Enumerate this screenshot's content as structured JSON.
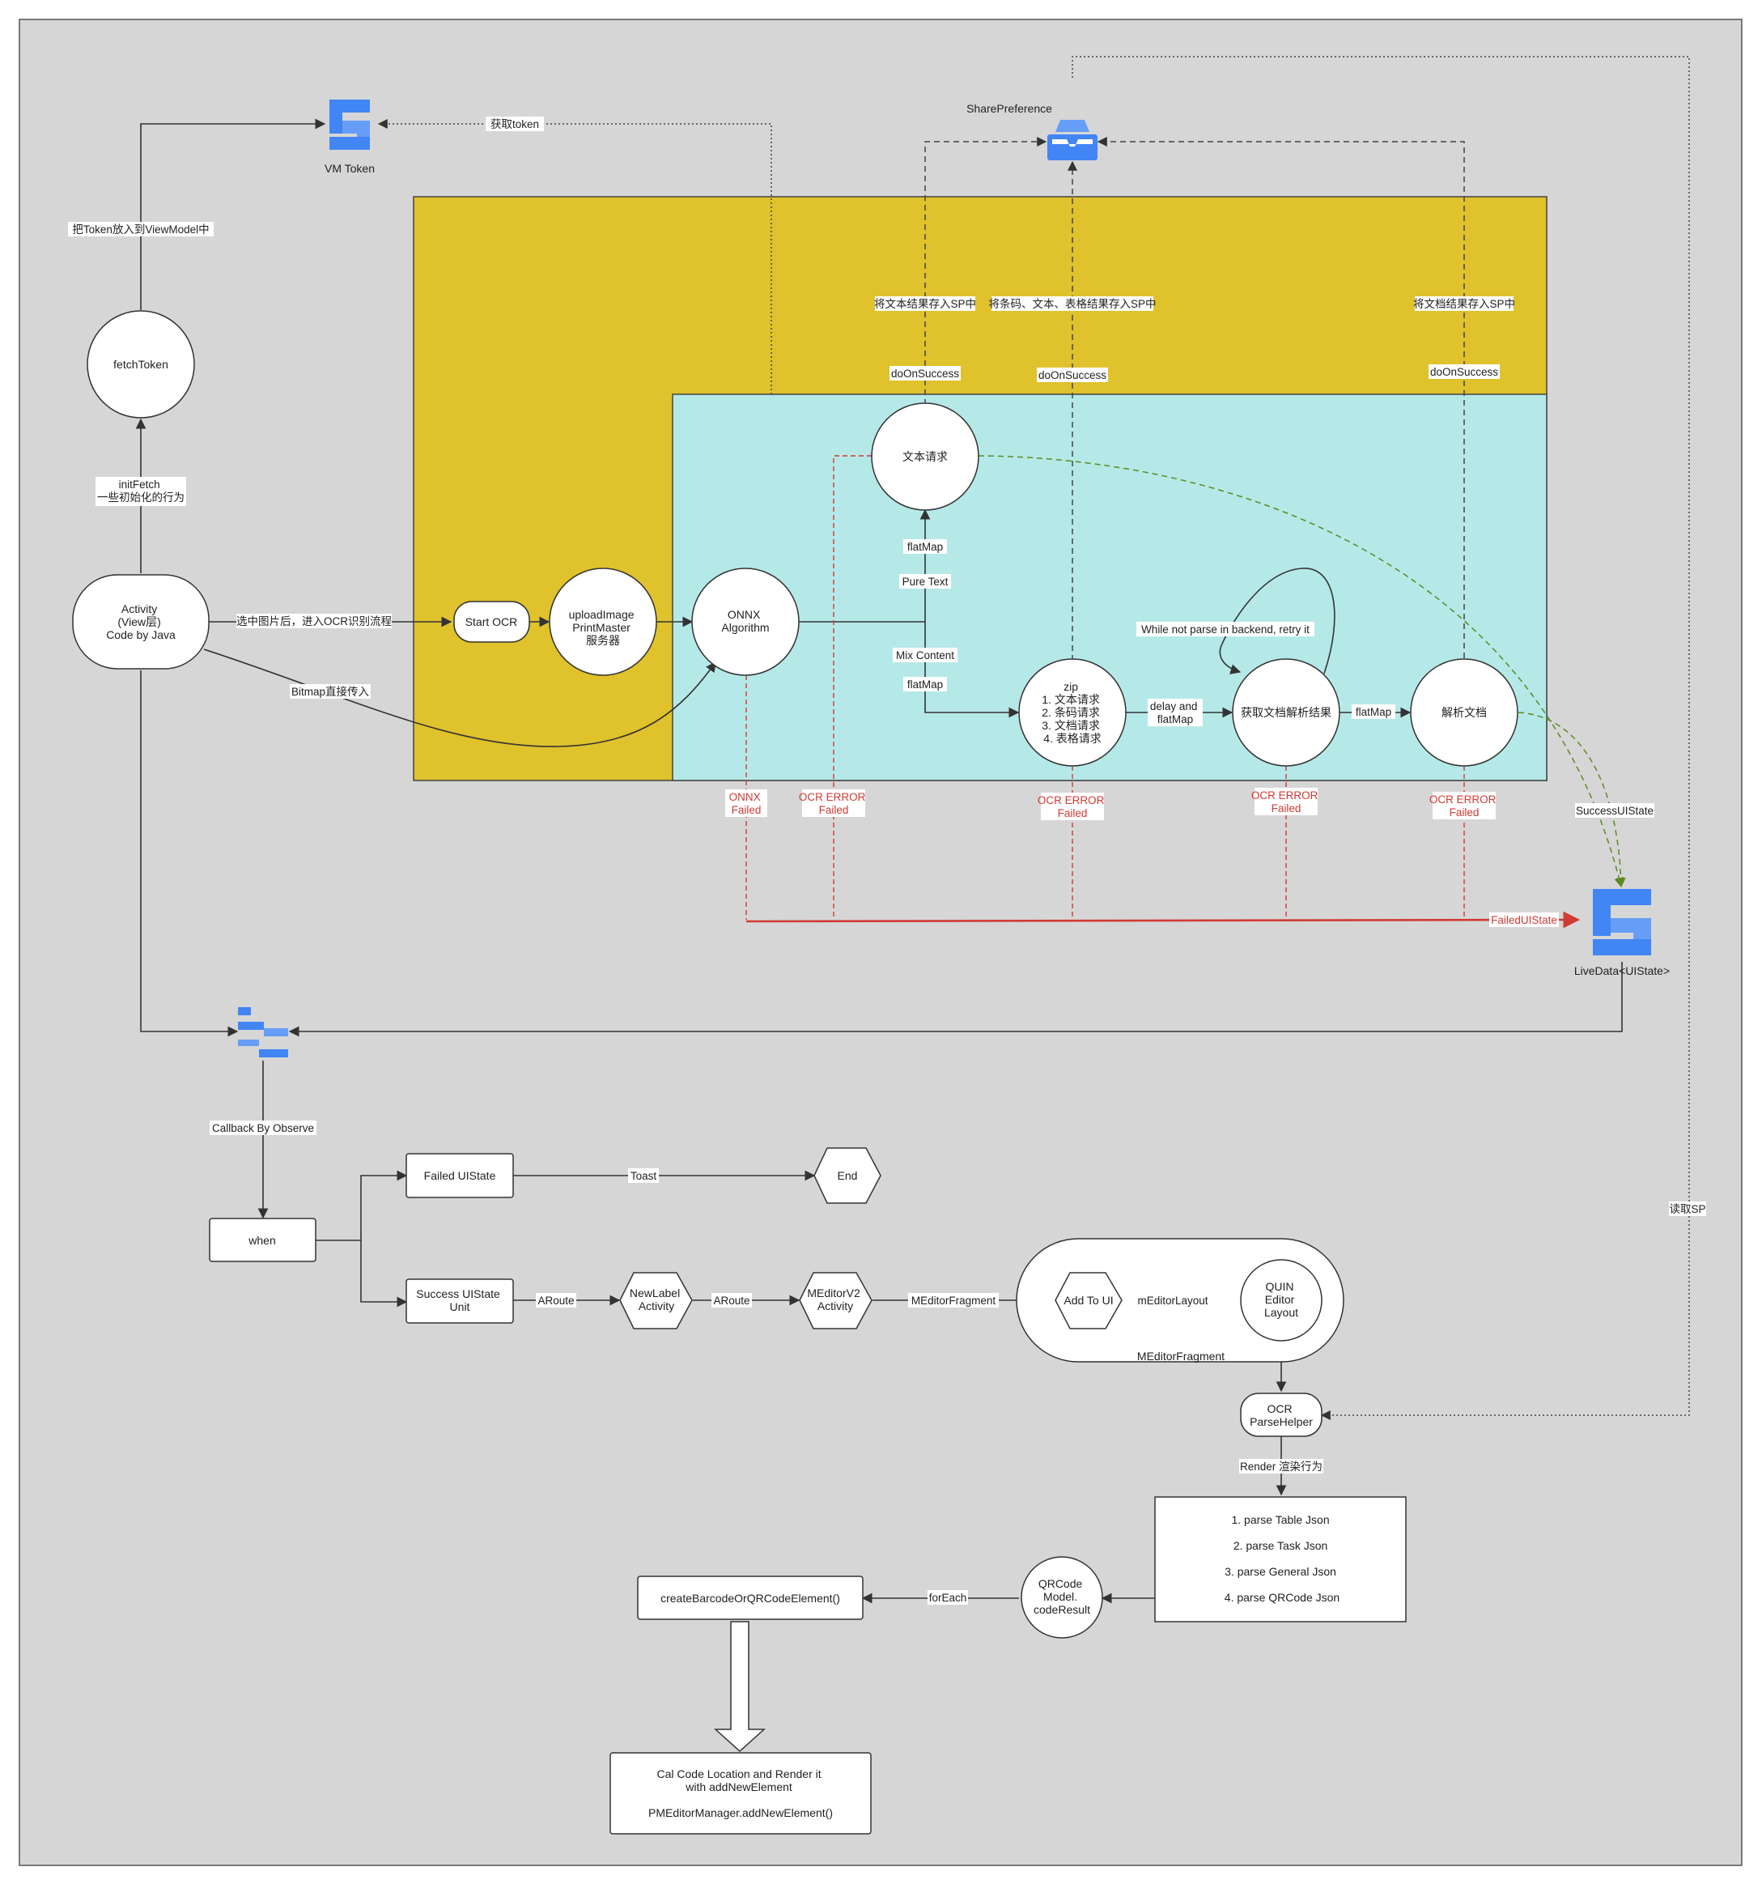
{
  "colors": {
    "canvas": "#d6d6d6",
    "yellow_region": "#dfc22c",
    "cyan_region": "#b5e9e8",
    "error_red": "#d23a34",
    "success_green": "#5c8a22",
    "icon_blue": "#4285f4"
  },
  "icons": {
    "vm_token": "stacked-blocks-icon",
    "share_preference": "tray-storage-icon",
    "live_data": "stacked-blocks-icon",
    "observer": "bars-icon"
  },
  "labels": {
    "vm_token": "VM Token",
    "share_preference": "SharePreference",
    "live_data": "LiveData<UIState>",
    "fetch_token": "fetchToken",
    "activity": [
      "Activity",
      "(View层)",
      "Code by Java"
    ],
    "start_ocr": "Start OCR",
    "upload_image": [
      "uploadImage",
      "PrintMaster",
      "服务器"
    ],
    "onnx": [
      "ONNX",
      "Algorithm"
    ],
    "text_request": "文本请求",
    "zip": [
      "zip",
      "1. 文本请求",
      "2. 条码请求",
      "3. 文档请求",
      "4. 表格请求"
    ],
    "fetch_result": "获取文档解析结果",
    "parse_doc": "解析文档",
    "failed_state": "Failed UIState",
    "end": "End",
    "when": "when",
    "success_state": [
      "Success UIState",
      "Unit"
    ],
    "new_label": [
      "NewLabel",
      "Activity"
    ],
    "meditor": [
      "MEditorV2",
      "Activity"
    ],
    "add_to_ui": "Add To UI",
    "quin": [
      "QUIN",
      "Editor",
      "Layout"
    ],
    "meditor_fragment_box": "MEditorFragment",
    "ocr_helper": [
      "OCR",
      "ParseHelper"
    ],
    "parse_list": [
      "1. parse Table Json",
      "2. parse Task Json",
      "3. parse General Json",
      "4. parse QRCode Json"
    ],
    "qrcode": [
      "QRCode",
      "Model.",
      "codeResult"
    ],
    "create_barcode": "createBarcodeOrQRCodeElement()",
    "cal_code": [
      "Cal Code Location and Render it",
      "with addNewElement",
      "PMEditorManager.addNewElement()"
    ]
  },
  "edge_labels": {
    "get_token": "获取token",
    "put_token": "把Token放入到ViewModel中",
    "init_fetch": [
      "initFetch",
      "一些初始化的行为"
    ],
    "select_image": "选中图片后，进入OCR识别流程",
    "bitmap": "Bitmap直接传入",
    "save_text": "将文本结果存入SP中",
    "save_all": "将条码、文本、表格结果存入SP中",
    "save_doc": "将文档结果存入SP中",
    "do_on_success": "doOnSuccess",
    "flatmap": "flatMap",
    "pure_text": "Pure Text",
    "mix_content": "Mix Content",
    "delay": [
      "delay and",
      "flatMap"
    ],
    "retry": "While not parse in backend, retry it",
    "onnx_failed": [
      "ONNX",
      "Failed"
    ],
    "ocr_error": [
      "OCR ERROR",
      "Failed"
    ],
    "failed_ui_state": "FailedUIState",
    "success_ui_state": "SuccessUIState",
    "read_sp": "读取SP",
    "callback": "Callback By Observe",
    "toast": "Toast",
    "aroute": "ARoute",
    "meditor_fragment": "MEditorFragment",
    "meditor_layout": "mEditorLayout",
    "render": "Render 渲染行为",
    "for_each": "forEach"
  }
}
